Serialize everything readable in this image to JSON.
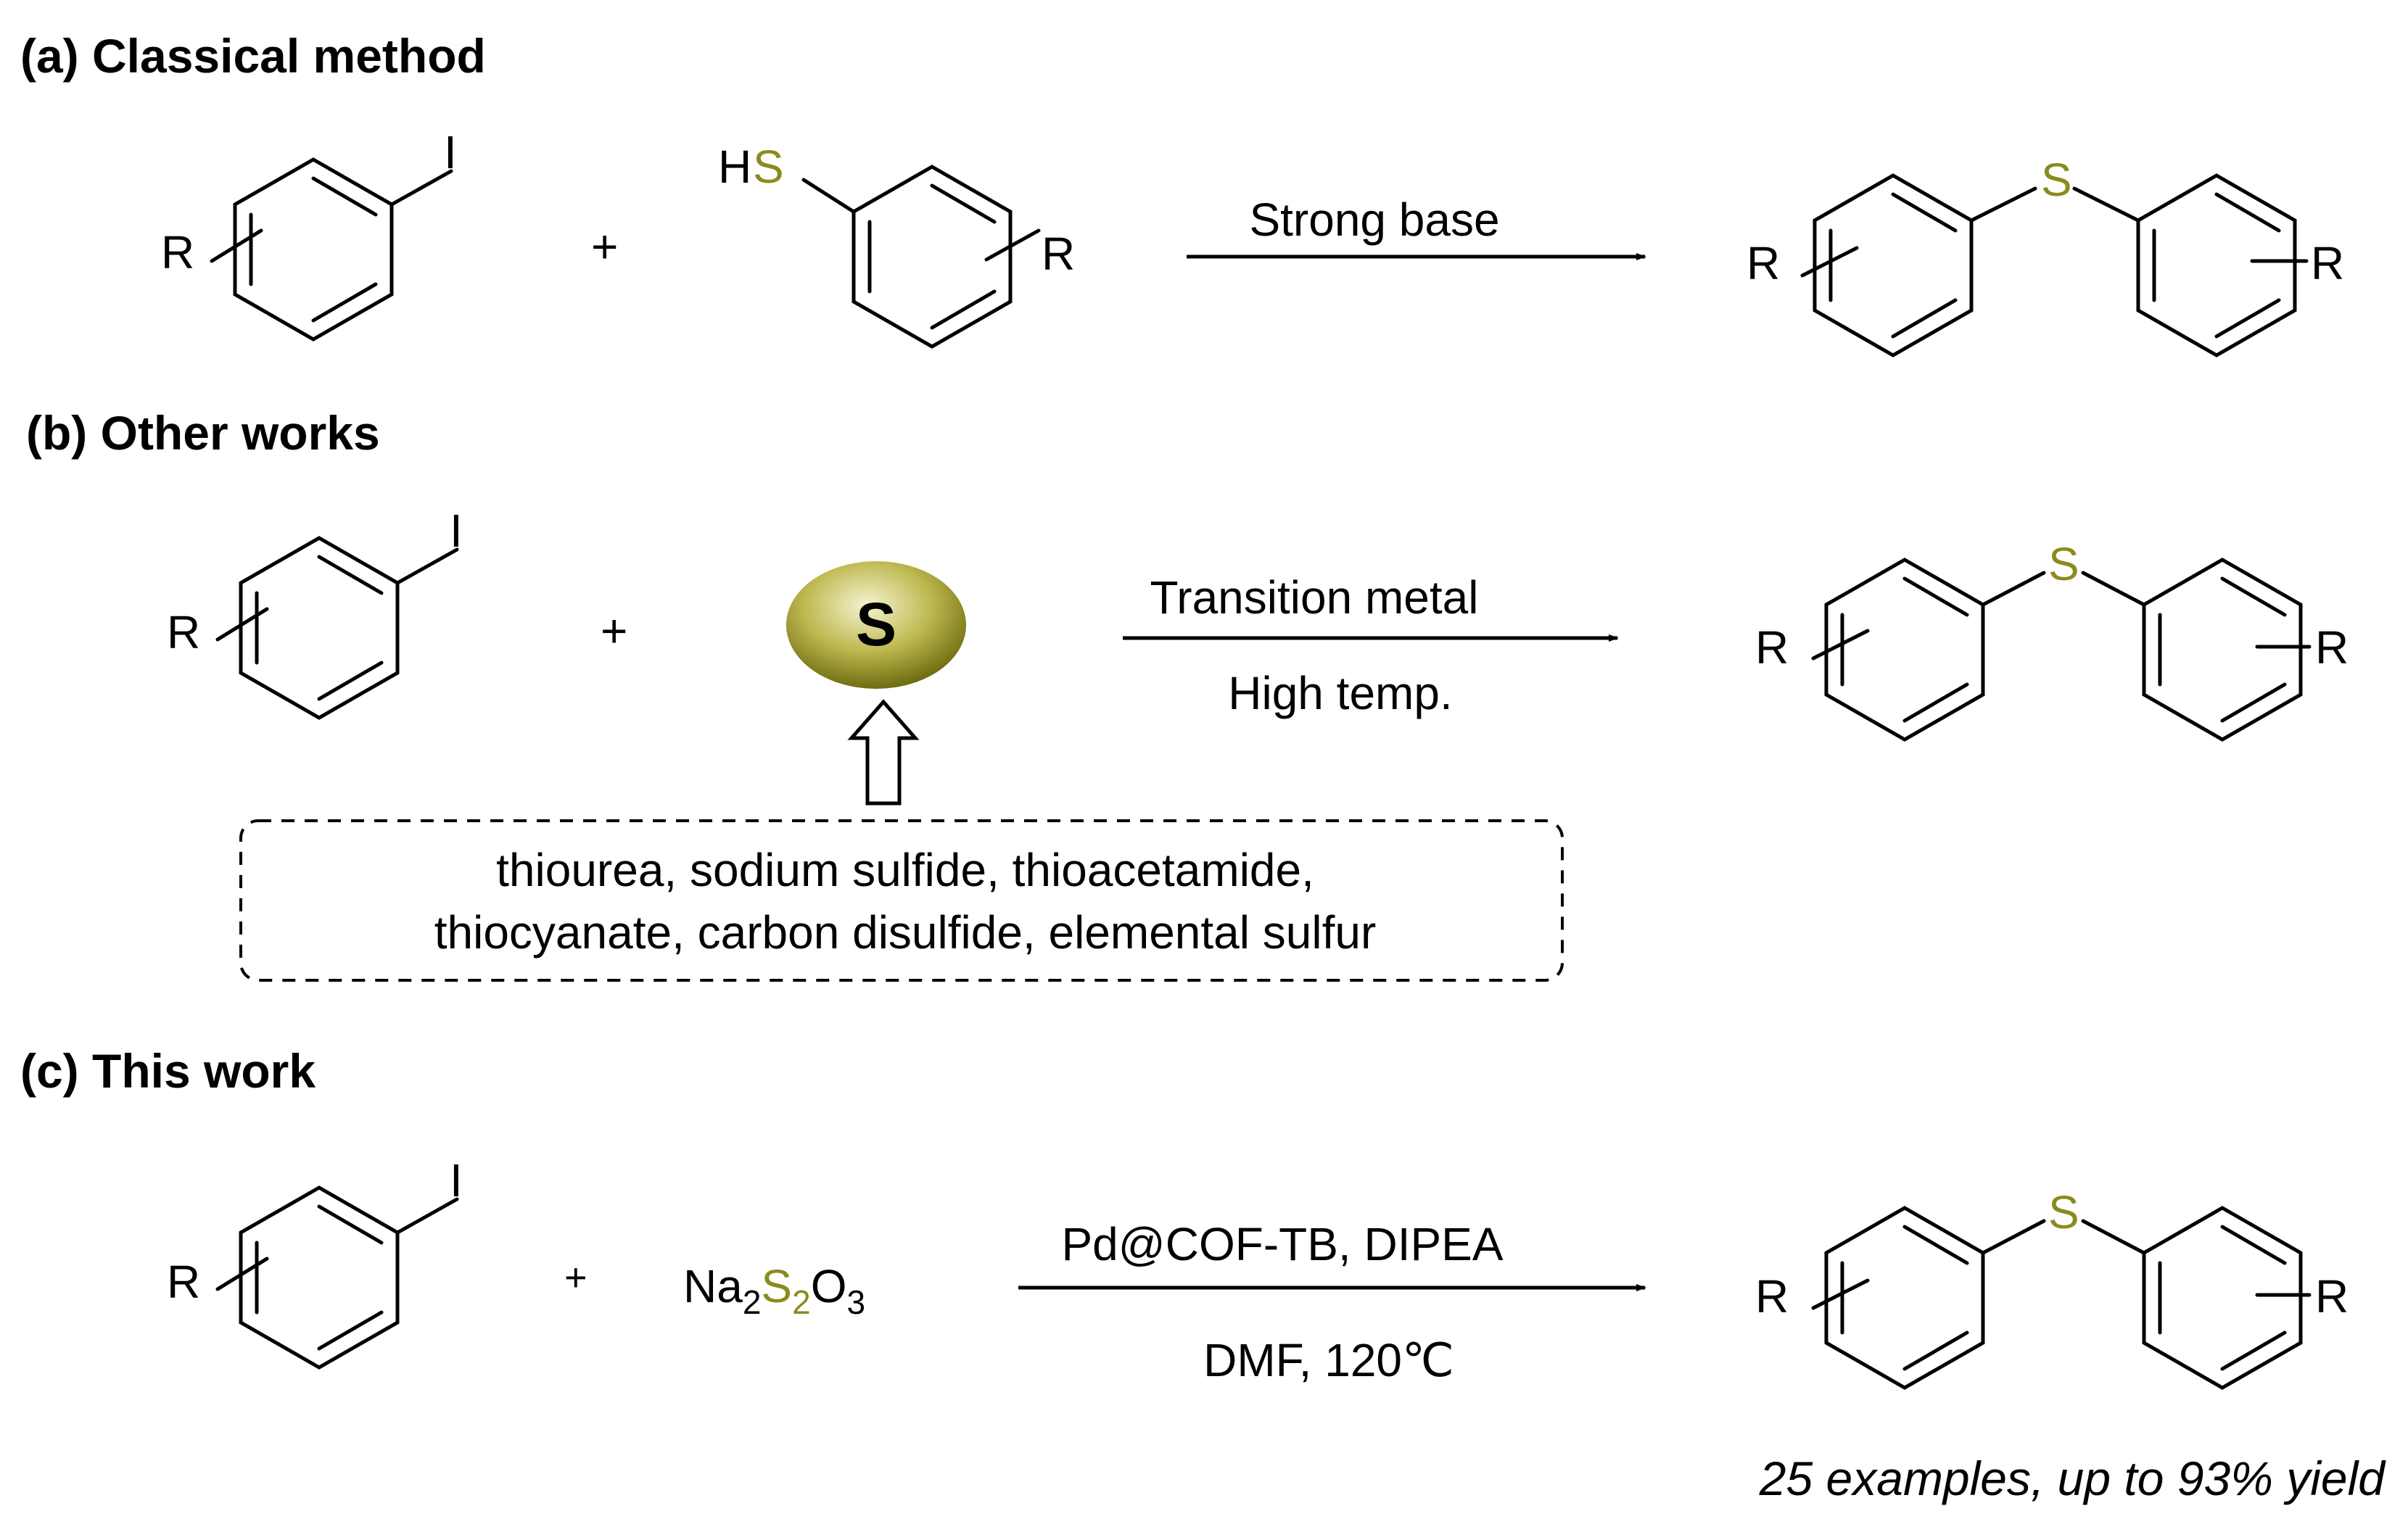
{
  "sections": {
    "a": {
      "title": "(a) Classical method",
      "reactant1": {
        "R": "R",
        "I": "I"
      },
      "plus": "+",
      "reactant2": {
        "H": "H",
        "S": "S",
        "R": "R"
      },
      "condition": "Strong base",
      "product": {
        "R1": "R",
        "S": "S",
        "R2": "R"
      }
    },
    "b": {
      "title": "(b) Other works",
      "reactant1": {
        "R": "R",
        "I": "I"
      },
      "plus": "+",
      "sulfur_sphere": "S",
      "condition_top": "Transition metal",
      "condition_bottom": "High temp.",
      "product": {
        "R1": "R",
        "S": "S",
        "R2": "R"
      },
      "sources_line1": "thiourea, sodium sulfide, thioacetamide,",
      "sources_line2": "thiocyanate, carbon disulfide, elemental sulfur"
    },
    "c": {
      "title": "(c) This work",
      "reactant1": {
        "R": "R",
        "I": "I"
      },
      "plus": "+",
      "reagent": {
        "Na": "Na",
        "sub1": "2",
        "S": "S",
        "sub2": "2",
        "O": "O",
        "sub3": "3"
      },
      "condition_top": "Pd@COF-TB, DIPEA",
      "condition_bottom": "DMF, 120℃",
      "product": {
        "R1": "R",
        "S": "S",
        "R2": "R"
      },
      "summary": "25 examples, up to 93% yield"
    }
  },
  "colors": {
    "sulfur": "#8c8a1e",
    "sphere_light": "#f6f4d2",
    "sphere_dark": "#6f6c10"
  }
}
